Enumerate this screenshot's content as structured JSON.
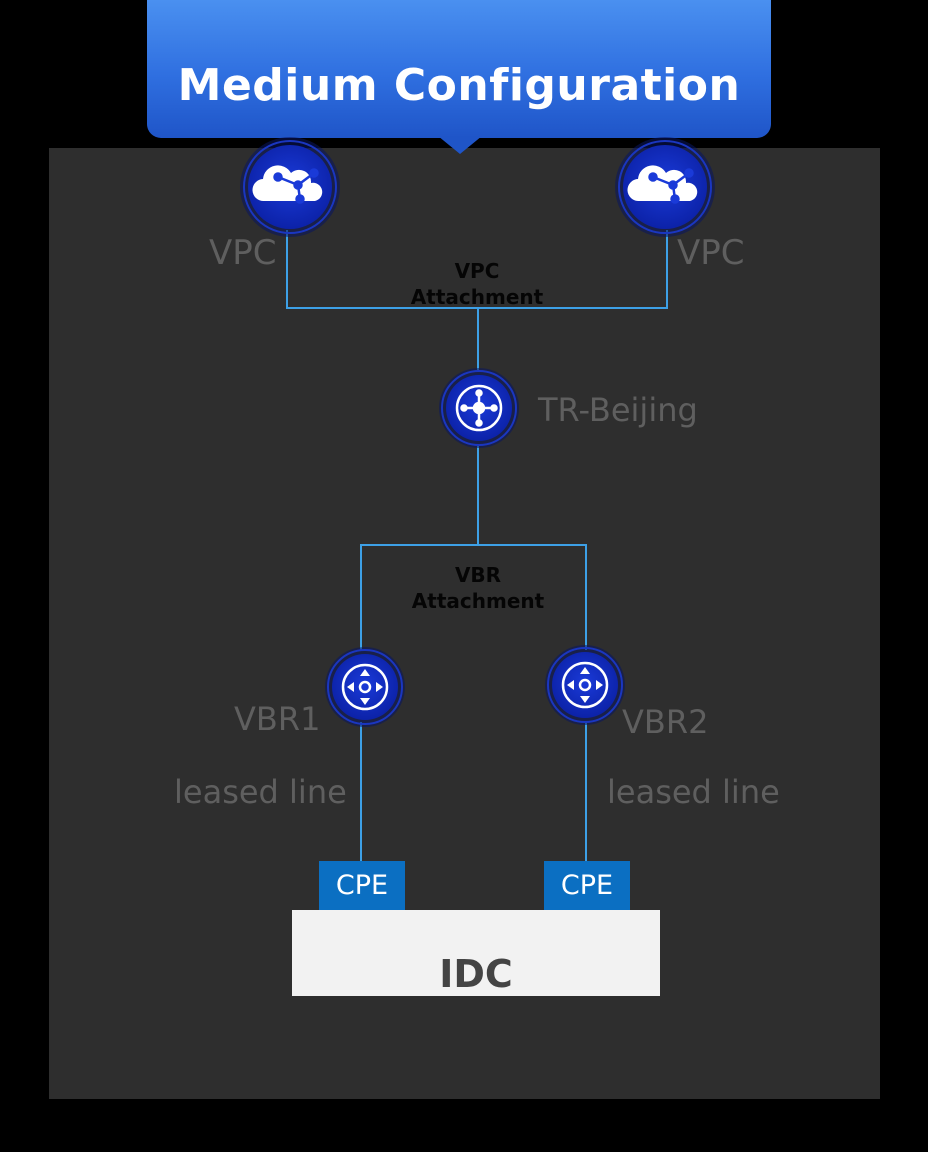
{
  "title": "Medium Configuration",
  "nodes": {
    "vpc_left": "VPC",
    "vpc_right": "VPC",
    "transit_router": "TR-Beijing",
    "vbr1": "VBR1",
    "vbr2": "VBR2"
  },
  "attachments": {
    "vpc_line1": "VPC",
    "vpc_line2": "Attachment",
    "vbr_line1": "VBR",
    "vbr_line2": "Attachment"
  },
  "links": {
    "leased_left": "leased line",
    "leased_right": "leased line"
  },
  "cpe": {
    "left": "CPE",
    "right": "CPE"
  },
  "idc": "IDC",
  "colors": {
    "background": "#000000",
    "panel": "#2e2e2e",
    "banner_top": "#4a90f0",
    "banner_bottom": "#1f55c8",
    "connector": "#3da0e6",
    "node_fill": "#1230c8",
    "cpe_fill": "#0b6fc2",
    "label_muted": "#5f5f5f",
    "idc_fill": "#f2f2f2"
  },
  "icons": {
    "vpc": "cloud-network-icon",
    "transit_router": "router-icon",
    "vbr": "router-icon"
  }
}
